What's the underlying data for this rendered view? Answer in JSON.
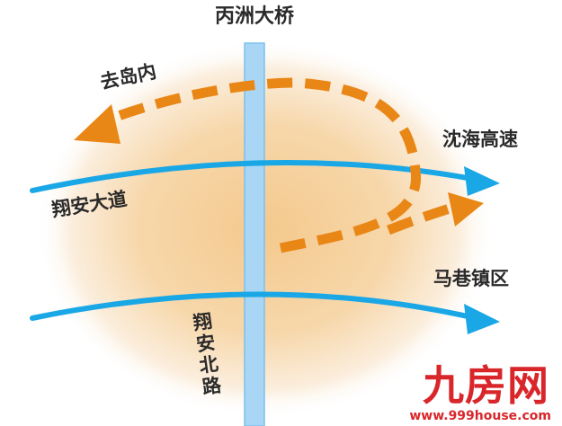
{
  "labels": {
    "bridge": "丙洲大桥",
    "to_island": "去岛内",
    "shenhai_expressway": "沈海高速",
    "xiangan_avenue": "翔安大道",
    "maxiang_town": "马巷镇区",
    "xiangan_north_road": "翔安北路"
  },
  "watermark": {
    "brand": "九房网",
    "url": "www.999house.com"
  },
  "colors": {
    "road_blue": "#1aa7e6",
    "route_orange": "#e98716",
    "bridge_blue": "#a9d6f4",
    "halo_center": "#f4c98d",
    "watermark_red": "#d9262a"
  }
}
